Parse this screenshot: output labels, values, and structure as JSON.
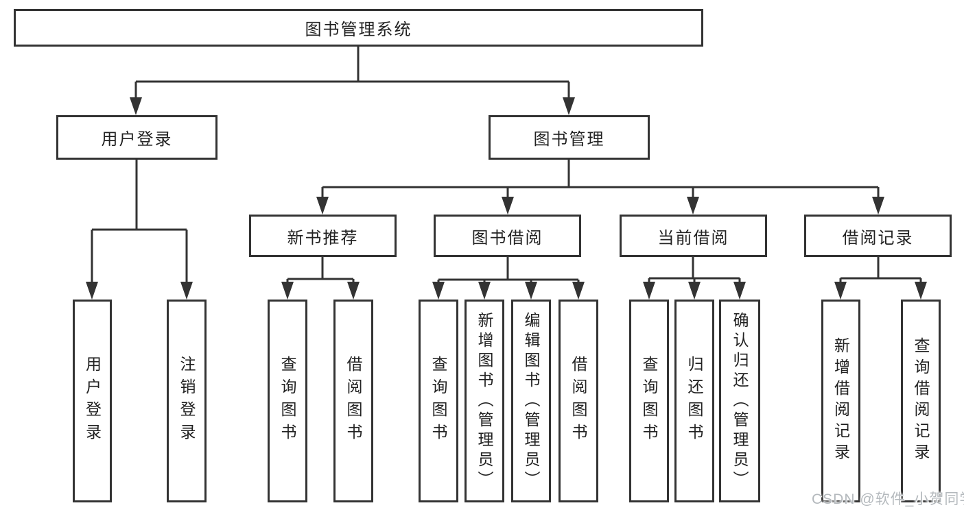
{
  "diagram": {
    "root": {
      "label": "图书管理系统",
      "children": [
        {
          "label": "用户登录",
          "children": [
            {
              "label": "用户登录"
            },
            {
              "label": "注销登录"
            }
          ]
        },
        {
          "label": "图书管理",
          "children": [
            {
              "label": "新书推荐",
              "children": [
                {
                  "label": "查询图书"
                },
                {
                  "label": "借阅图书"
                }
              ]
            },
            {
              "label": "图书借阅",
              "children": [
                {
                  "label": "查询图书"
                },
                {
                  "label": "新增图书（管理员）"
                },
                {
                  "label": "编辑图书（管理员）"
                },
                {
                  "label": "借阅图书"
                }
              ]
            },
            {
              "label": "当前借阅",
              "children": [
                {
                  "label": "查询图书"
                },
                {
                  "label": "归还图书"
                },
                {
                  "label": "确认归还（管理员）"
                }
              ]
            },
            {
              "label": "借阅记录",
              "children": [
                {
                  "label": "新增借阅记录"
                },
                {
                  "label": "查询借阅记录"
                }
              ]
            }
          ]
        }
      ]
    },
    "watermark": "CSDN @软件_小贺同学",
    "colors": {
      "line": "#333333",
      "background": "#ffffff",
      "text": "#222222",
      "watermark": "#b4b9bd"
    }
  }
}
